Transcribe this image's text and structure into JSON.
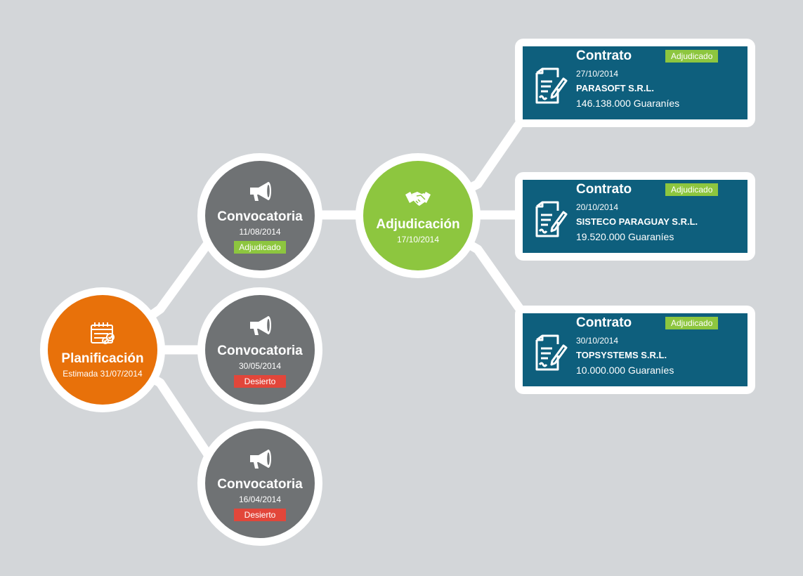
{
  "colors": {
    "background": "#d3d6d9",
    "planificacion": "#e8710a",
    "convocatoria": "#6f7274",
    "adjudicacion": "#8dc63f",
    "contrato": "#0e5f7d",
    "badge_ok": "#8dc63f",
    "badge_bad": "#e2463a"
  },
  "planificacion": {
    "icon": "calendar-icon",
    "title": "Planificación",
    "subtitle": "Estimada 31/07/2014"
  },
  "convocatorias": [
    {
      "icon": "megaphone-icon",
      "title": "Convocatoria",
      "date": "11/08/2014",
      "status": "Adjudicado"
    },
    {
      "icon": "megaphone-icon",
      "title": "Convocatoria",
      "date": "30/05/2014",
      "status": "Desierto"
    },
    {
      "icon": "megaphone-icon",
      "title": "Convocatoria",
      "date": "16/04/2014",
      "status": "Desierto"
    }
  ],
  "adjudicacion": {
    "icon": "handshake-icon",
    "title": "Adjudicación",
    "date": "17/10/2014"
  },
  "contratos": [
    {
      "icon": "contract-document-icon",
      "title": "Contrato",
      "status": "Adjudicado",
      "date": "27/10/2014",
      "company": "PARASOFT S.R.L.",
      "amount": "146.138.000 Guaraníes"
    },
    {
      "icon": "contract-document-icon",
      "title": "Contrato",
      "status": "Adjudicado",
      "date": "20/10/2014",
      "company": "SISTECO PARAGUAY S.R.L.",
      "amount": "19.520.000 Guaraníes"
    },
    {
      "icon": "contract-document-icon",
      "title": "Contrato",
      "status": "Adjudicado",
      "date": "30/10/2014",
      "company": "TOPSYSTEMS S.R.L.",
      "amount": "10.000.000 Guaraníes"
    }
  ]
}
